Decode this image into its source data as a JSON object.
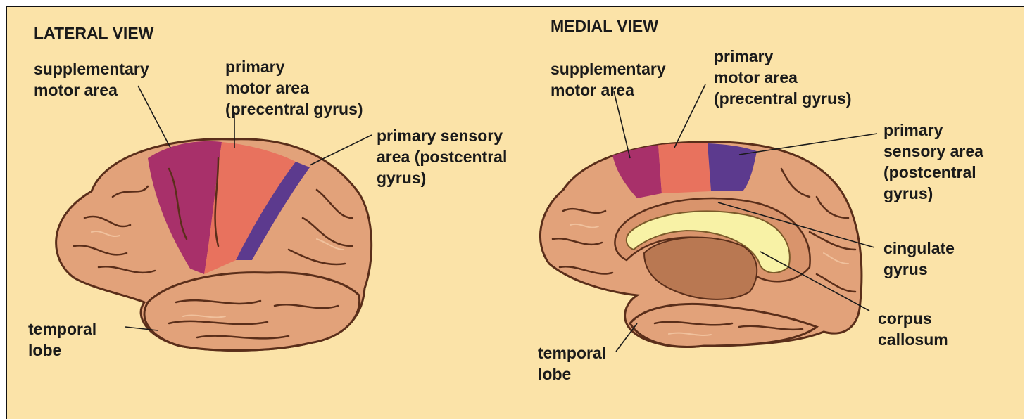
{
  "lateral": {
    "title": "LATERAL VIEW",
    "supplementary_motor": "supplementary\nmotor area",
    "primary_motor": "primary\nmotor area\n(precentral gyrus)",
    "primary_sensory": "primary sensory\narea (postcentral\ngyrus)",
    "temporal_lobe": "temporal\nlobe"
  },
  "medial": {
    "title": "MEDIAL VIEW",
    "supplementary_motor": "supplementary\nmotor area",
    "primary_motor": "primary\nmotor area\n(precentral gyrus)",
    "primary_sensory": "primary\nsensory area\n(postcentral\ngyrus)",
    "cingulate_gyrus": "cingulate\ngyrus",
    "corpus_callosum": "corpus\ncallosum",
    "temporal_lobe": "temporal\nlobe"
  },
  "colors": {
    "background": "#FBE3A8",
    "brain": "#E2A27A",
    "supplementary_motor_area": "#A8306A",
    "primary_motor_area": "#E8725E",
    "primary_sensory_area": "#5C3A8E",
    "corpus_callosum": "#F8F2A6",
    "inner_region": "#B97852"
  }
}
